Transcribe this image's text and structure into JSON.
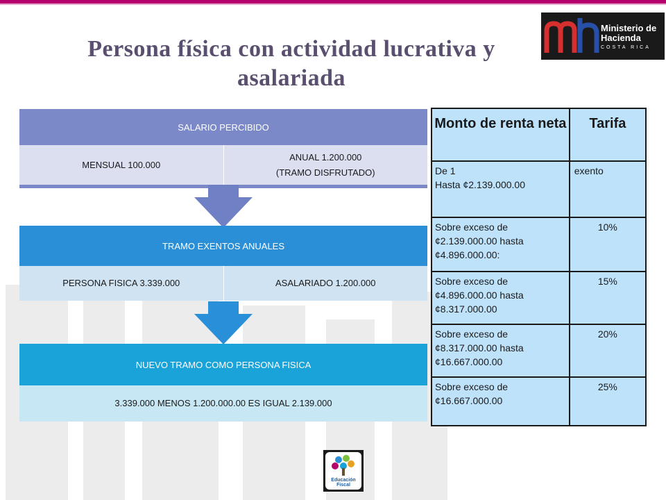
{
  "title": {
    "line1": "Persona física con actividad lucrativa y",
    "line2": "asalariada"
  },
  "logo": {
    "name_line1": "Ministerio de",
    "name_line2": "Hacienda",
    "country": "COSTA RICA"
  },
  "flow": {
    "salario": {
      "header": "SALARIO PERCIBIDO",
      "mensual": "MENSUAL 100.000",
      "anual_line1": "ANUAL  1.200.000",
      "anual_line2": "(TRAMO DISFRUTADO)"
    },
    "tramo_exentos": {
      "header": "TRAMO EXENTOS ANUALES",
      "persona": "PERSONA FISICA 3.339.000",
      "asalariado": "ASALARIADO 1.200.000"
    },
    "nuevo_tramo": {
      "header": "NUEVO TRAMO COMO PERSONA FISICA",
      "calc": "3.339.000 MENOS 1.200.000.00 ES IGUAL 2.139.000"
    }
  },
  "tariff_table": {
    "headers": [
      "Monto de renta neta",
      "Tarifa"
    ],
    "rows": [
      {
        "range_line1": "De 1",
        "range_line2": "Hasta ¢2.139.000.00",
        "range_line3": "",
        "rate": "exento"
      },
      {
        "range_line1": "Sobre exceso de",
        "range_line2": "¢2.139.000.00 hasta",
        "range_line3": "¢4.896.000.00:",
        "rate": "10%"
      },
      {
        "range_line1": "Sobre exceso de",
        "range_line2": "¢4.896.000.00 hasta",
        "range_line3": "¢8.317.000.00",
        "rate": "15%"
      },
      {
        "range_line1": "Sobre exceso de",
        "range_line2": "¢8.317.000.00 hasta",
        "range_line3": "¢16.667.000.00",
        "rate": "20%"
      },
      {
        "range_line1": "Sobre exceso de",
        "range_line2": "¢16.667.000.00",
        "range_line3": "",
        "rate": "25%"
      }
    ]
  },
  "badge": {
    "line1": "Educación",
    "line2": "Fiscal"
  },
  "colors": {
    "accent_magenta": "#b6006b",
    "box1": "#7b89c8",
    "box2": "#2b8fd8",
    "box3": "#1aa3d9",
    "table_bg": "#bfe2fb"
  }
}
